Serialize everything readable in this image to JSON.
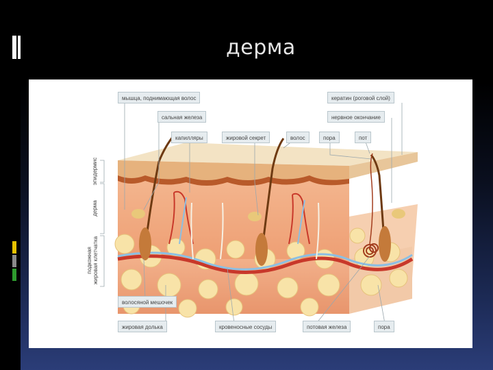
{
  "slide": {
    "title": "дерма"
  },
  "diagram": {
    "labels": {
      "arrector_pili": "мышца, поднимающая волос",
      "keratin": "кератин (роговой слой)",
      "sebaceous_gland": "сальная железа",
      "nerve_ending": "нервное окончание",
      "capillaries": "капилляры",
      "sebum": "жировой секрет",
      "hair": "волос",
      "pore": "пора",
      "sweat": "пот",
      "hair_follicle": "волосяной мешочек",
      "fat_lobule": "жировая долька",
      "blood_vessels": "кровеносные сосуды",
      "sweat_gland": "потовая железа",
      "pore_bottom": "пора"
    },
    "layers": {
      "epidermis": "эпидермис",
      "dermis": "дерма",
      "hypodermis_line1": "подкожная",
      "hypodermis_line2": "жировая клетчатка"
    }
  },
  "colors": {
    "background": "#000000",
    "title": "#e6e6e6",
    "accent_yellow": "#e8c200",
    "accent_gray": "#8a8a8a",
    "accent_green": "#2e9c2e",
    "epidermis": "#f0dcc0",
    "dermis": "#f2b48a",
    "fat": "#f8e3a8",
    "artery": "#c8382a",
    "vein": "#7fb6de"
  }
}
